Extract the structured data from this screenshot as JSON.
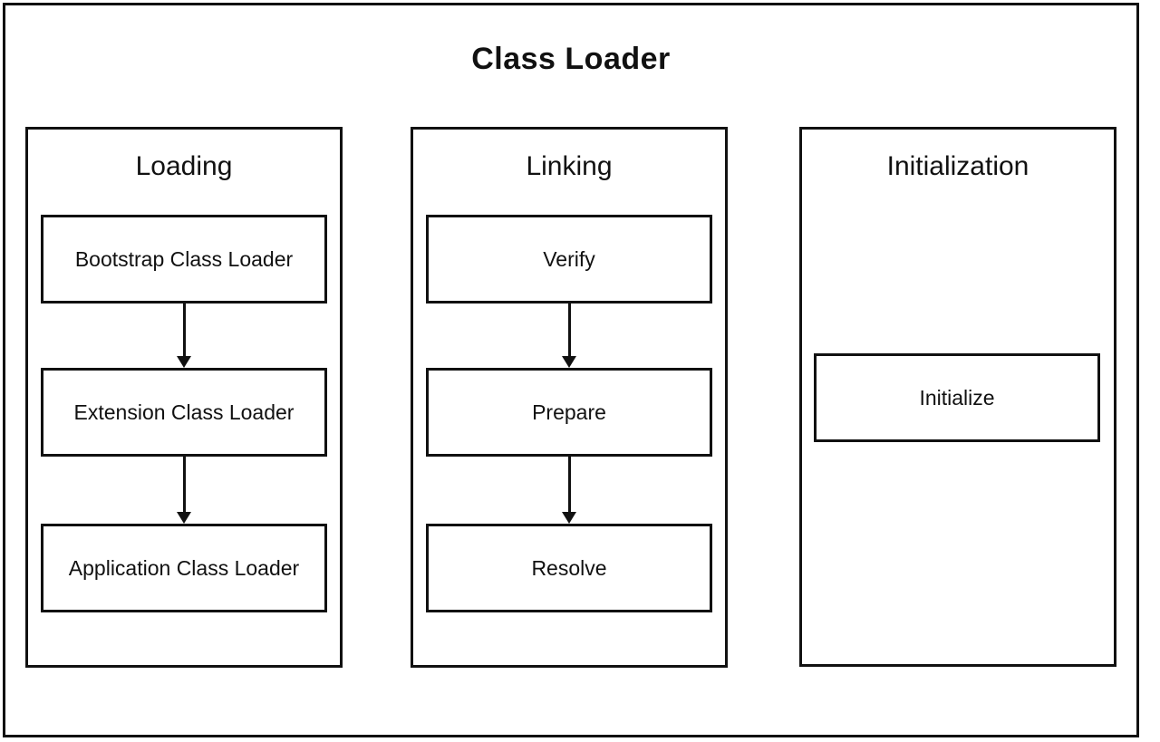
{
  "diagram": {
    "title": "Class Loader",
    "colors": {
      "ink": "#111111",
      "background": "#ffffff"
    },
    "columns": [
      {
        "title": "Loading",
        "boxes": [
          {
            "label": "Bootstrap Class Loader"
          },
          {
            "label": "Extension Class Loader"
          },
          {
            "label": "Application Class Loader"
          }
        ]
      },
      {
        "title": "Linking",
        "boxes": [
          {
            "label": "Verify"
          },
          {
            "label": "Prepare"
          },
          {
            "label": "Resolve"
          }
        ]
      },
      {
        "title": "Initialization",
        "boxes": [
          {
            "label": "Initialize"
          }
        ]
      }
    ]
  }
}
